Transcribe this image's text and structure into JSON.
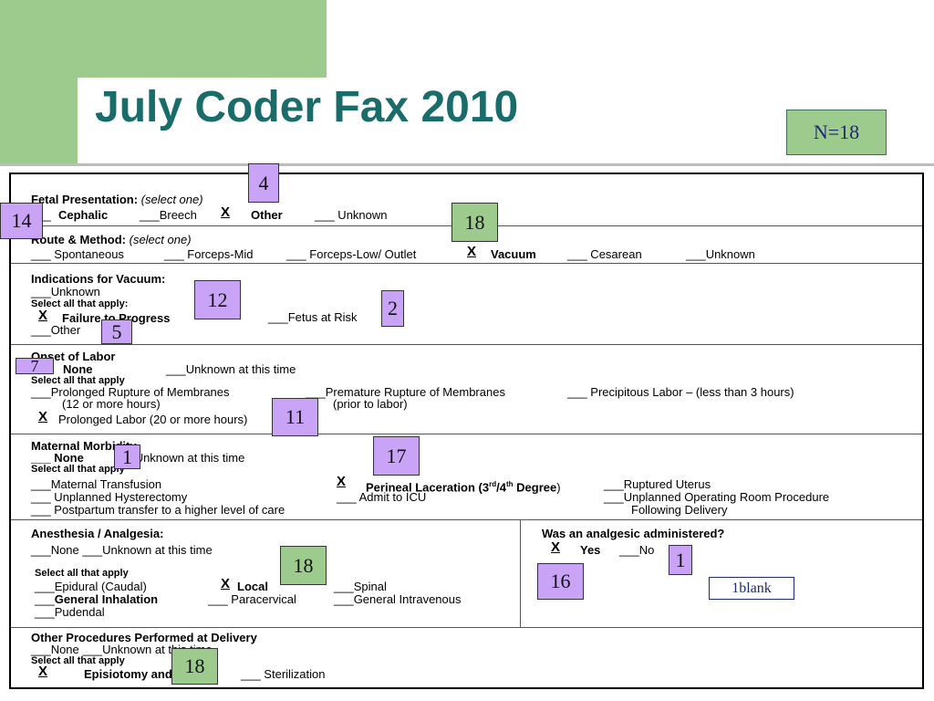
{
  "title": "July Coder Fax 2010",
  "n_label": "N=18",
  "fetal": {
    "heading": "Fetal Presentation:",
    "note": "(select one)",
    "blank": "___",
    "cephalic": "Cephalic",
    "breech": "___Breech",
    "x": "X",
    "other": "Other",
    "unknown": "___ Unknown"
  },
  "route": {
    "heading": "Route & Method:",
    "note": "(select one)",
    "spontaneous": "___ Spontaneous",
    "forceps_mid": "___ Forceps-Mid",
    "forceps_low": "___ Forceps-Low/ Outlet",
    "x": "X",
    "vacuum": "Vacuum",
    "cesarean": "___   Cesarean",
    "unknown": "___Unknown"
  },
  "indications": {
    "heading": "Indications for Vacuum:",
    "unknown": "___Unknown",
    "select": "Select all that apply:",
    "x": "X",
    "failure": "Failure to Progress",
    "fetus": "___Fetus at Risk",
    "other": "___Other"
  },
  "onset": {
    "heading": "Onset of Labor",
    "none": "None",
    "unknown_time": "___Unknown at this time",
    "select": "Select all that apply",
    "prolonged_rupture": "___Prolonged Rupture of Membranes",
    "twelve_hours": "(12 or more hours)",
    "premature_rupture": "___Premature Rupture of Membranes",
    "prior_labor": "(prior to labor)",
    "precipitous": "___ Precipitous Labor – (less than 3 hours)",
    "x": "X",
    "prolonged_labor": "Prolonged Labor (20 or more hours)"
  },
  "maternal": {
    "heading": "Maternal Morbidity",
    "none": "___ None",
    "unknown_time": "___Unknown at this time",
    "select": "Select all that apply",
    "transfusion": "___Maternal Transfusion",
    "hysterectomy": "___ Unplanned Hysterectomy",
    "postpartum": "___ Postpartum transfer to a higher level of care",
    "x": "X",
    "laceration_a": "Perineal Laceration (3",
    "rd": "rd",
    "laceration_b": "/4",
    "th": "th",
    "laceration_c": " Degree",
    "paren": ")",
    "icu": "___ Admit to ICU",
    "uterus": "___Ruptured Uterus",
    "unplanned_or": "___Unplanned Operating Room Procedure",
    "following": "Following Delivery"
  },
  "anesthesia": {
    "heading": "Anesthesia / Analgesia:",
    "none_unknown": "___None ___Unknown at this time",
    "select": "Select all that apply",
    "epidural": "___Epidural (Caudal)",
    "x": "X",
    "local": "Local",
    "spinal": "___Spinal",
    "general_inhalation": "General Inhalation",
    "paracervical": "___ Paracervical",
    "general_iv": "___General Intravenous",
    "pudendal": "___Pudendal"
  },
  "analgesic": {
    "question": "Was an analgesic administered?",
    "x": "X",
    "yes": "Yes",
    "no": "___No"
  },
  "other_procedures": {
    "heading": "Other Procedures Performed at Delivery",
    "none_unknown": "___None ___Unknown at this time",
    "select": "Select all that apply",
    "x": "X",
    "episiotomy": "Episiotomy and/or",
    "sterilization": "___ Sterilization"
  },
  "badges": {
    "b4": "4",
    "b14": "14",
    "b18_route": "18",
    "b12": "12",
    "b2": "2",
    "b5": "5",
    "b7": "7",
    "b11": "11",
    "b1_maternal": "1",
    "b17": "17",
    "b18_anesthesia": "18",
    "b1_analgesic": "1",
    "b16": "16",
    "blank": "1blank",
    "b18_other": "18"
  },
  "colors": {
    "title": "#1a6c6a",
    "green": "#9dcb8e",
    "purple": "#c9a3f5"
  }
}
